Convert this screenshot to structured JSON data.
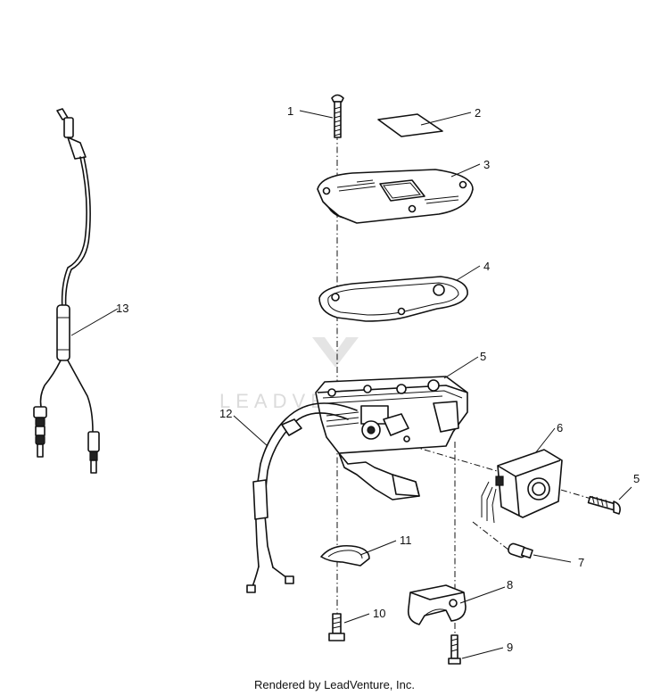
{
  "callouts": [
    "1",
    "2",
    "3",
    "4",
    "5",
    "5",
    "6",
    "7",
    "8",
    "9",
    "10",
    "11",
    "12",
    "13"
  ],
  "watermark": "LEADVENTURE",
  "footer": "Rendered by LeadVenture, Inc."
}
